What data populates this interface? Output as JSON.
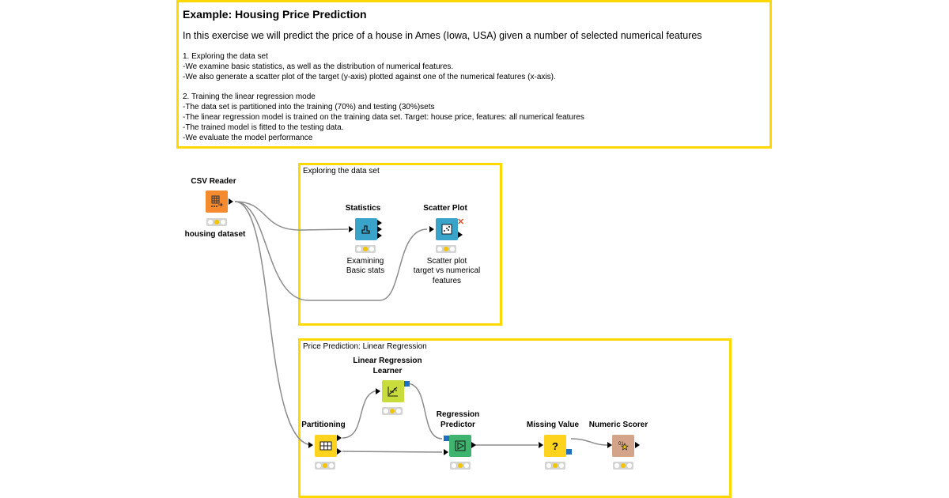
{
  "description": {
    "title": "Example: Housing Price Prediction",
    "intro": "In this exercise we will predict the price of a house in Ames (Iowa, USA) given a number of selected numerical features",
    "lines": [
      "1. Exploring the data set",
      "-We examine basic statistics, as well as the distribution of numerical features.",
      "-We also generate a scatter plot of the target (y-axis) plotted against one of the numerical features (x-axis).",
      "",
      "2. Training the linear regression mode",
      "-The data set is partitioned into the training (70%) and testing (30%)sets",
      "-The linear regression model is trained on the training data set. Target: house price, features: all numerical features",
      "-The trained model is fitted to the testing data.",
      "-We evaluate the model performance"
    ]
  },
  "annotations": {
    "explore": "Exploring the data set",
    "predict": "Price Prediction: Linear Regression"
  },
  "nodes": {
    "csv_reader": {
      "title": "CSV Reader",
      "subtitle": "housing dataset",
      "color": "#f58a2e",
      "icon": "csv-reader-icon"
    },
    "statistics": {
      "title": "Statistics",
      "subtitle_lines": [
        "Examining",
        "Basic stats"
      ],
      "color": "#3aa3c9",
      "icon": "statistics-icon"
    },
    "scatter_plot": {
      "title": "Scatter Plot",
      "subtitle_lines": [
        "Scatter plot",
        "target vs numerical",
        "features"
      ],
      "color": "#3aa3c9",
      "icon": "scatter-plot-icon"
    },
    "lr_learner": {
      "title_lines": [
        "Linear Regression",
        "Learner"
      ],
      "color": "#c8dc3c",
      "icon": "linear-regression-learner-icon"
    },
    "partitioning": {
      "title": "Partitioning",
      "color": "#fdd31d",
      "icon": "partitioning-icon"
    },
    "predictor": {
      "title_lines": [
        "Regression",
        "Predictor"
      ],
      "color": "#3eb46e",
      "icon": "regression-predictor-icon"
    },
    "missing_value": {
      "title": "Missing Value",
      "glyph": "?",
      "color": "#fdd31d",
      "icon": "missing-value-icon"
    },
    "numeric_scorer": {
      "title": "Numeric Scorer",
      "color": "#d4a48a",
      "icon": "numeric-scorer-icon"
    }
  }
}
